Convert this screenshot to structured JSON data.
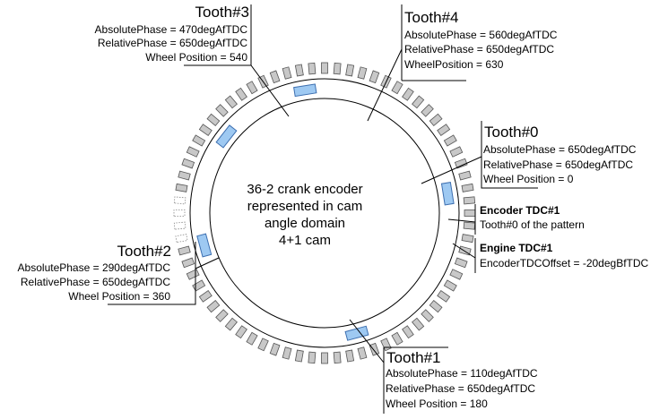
{
  "center_text": [
    "36-2 crank encoder",
    "represented in cam",
    "angle domain",
    "4+1 cam"
  ],
  "colors": {
    "tooth_fill": "#c8c8c8",
    "tooth_stroke": "#555555",
    "cam_fill": "#9ec9f2",
    "cam_stroke": "#3d6fb0",
    "line": "#000000"
  },
  "encoder": {
    "teeth_total": 72,
    "missing_teeth_per_rev": 2,
    "cam_marks": 5
  },
  "callouts": [
    {
      "id": "tooth-3",
      "title": "Tooth#3",
      "lines": [
        "AbsolutePhase = 470degAfTDC",
        "RelativePhase = 650degAfTDC",
        "Wheel Position = 540"
      ]
    },
    {
      "id": "tooth-4",
      "title": "Tooth#4",
      "lines": [
        "AbsolutePhase = 560degAfTDC",
        "RelativePhase = 650degAfTDC",
        "WheelPosition = 630"
      ]
    },
    {
      "id": "tooth-0",
      "title": "Tooth#0",
      "lines": [
        "AbsolutePhase = 650degAfTDC",
        "RelativePhase = 650degAfTDC",
        "Wheel Position = 0"
      ]
    },
    {
      "id": "tooth-2",
      "title": "Tooth#2",
      "lines": [
        "AbsolutePhase = 290degAfTDC",
        "RelativePhase = 650degAfTDC",
        "Wheel Position = 360"
      ]
    },
    {
      "id": "tooth-1",
      "title": "Tooth#1",
      "lines": [
        "AbsolutePhase = 110degAfTDC",
        "RelativePhase = 650degAfTDC",
        "Wheel Position = 180"
      ]
    }
  ],
  "tdc_labels": [
    {
      "id": "encoder-tdc",
      "title": "Encoder TDC#1",
      "line": "Tooth#0 of the pattern"
    },
    {
      "id": "engine-tdc",
      "title": "Engine TDC#1",
      "line": "EncoderTDCOffset = -20degBfTDC"
    }
  ]
}
